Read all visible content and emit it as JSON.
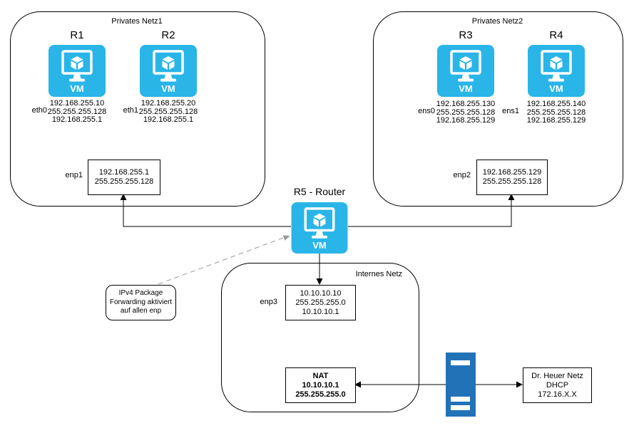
{
  "vm_label": "VM",
  "colors": {
    "vm_fill": "#29b5e8",
    "server_fill": "#2272b8",
    "line": "#000000",
    "dashed_line": "#999999"
  },
  "networks": {
    "netz1": {
      "label": "Privates Netz1"
    },
    "netz2": {
      "label": "Privates Netz2"
    },
    "internes": {
      "label": "Internes Netz"
    }
  },
  "vms": {
    "r1": {
      "title": "R1",
      "iface": "eth0",
      "lines": [
        "192.168.255.10",
        "255.255.255.128",
        "192.168.255.1"
      ]
    },
    "r2": {
      "title": "R2",
      "iface": "eth1",
      "lines": [
        "192.168.255.20",
        "255.255.255.128",
        "192.168.255.1"
      ]
    },
    "r3": {
      "title": "R3",
      "iface": "ens0",
      "lines": [
        "192.168.255.130",
        "255.255.255.128",
        "192.168.255.129"
      ]
    },
    "r4": {
      "title": "R4",
      "iface": "ens1",
      "lines": [
        "192.168.255.140",
        "255.255.255.128",
        "192.168.255.129"
      ]
    },
    "r5": {
      "title": "R5 - Router"
    }
  },
  "boxes": {
    "enp1": {
      "iface": "enp1",
      "lines": [
        "192.168.255.1",
        "255.255.255.128"
      ]
    },
    "enp2": {
      "iface": "enp2",
      "lines": [
        "192.168.255.129",
        "255.255.255.128"
      ]
    },
    "enp3": {
      "iface": "enp3",
      "lines": [
        "10.10.10.10",
        "255.255.255.0",
        "10.10.10.1"
      ]
    },
    "nat": {
      "lines": [
        "NAT",
        "10.10.10.1",
        "255.255.255.0"
      ]
    },
    "heuer": {
      "lines": [
        "Dr. Heuer Netz",
        "DHCP",
        "172.16.X.X"
      ]
    }
  },
  "note": {
    "lines": [
      "IPv4 Package",
      "Forwarding aktiviert",
      "auf allen enp"
    ]
  }
}
